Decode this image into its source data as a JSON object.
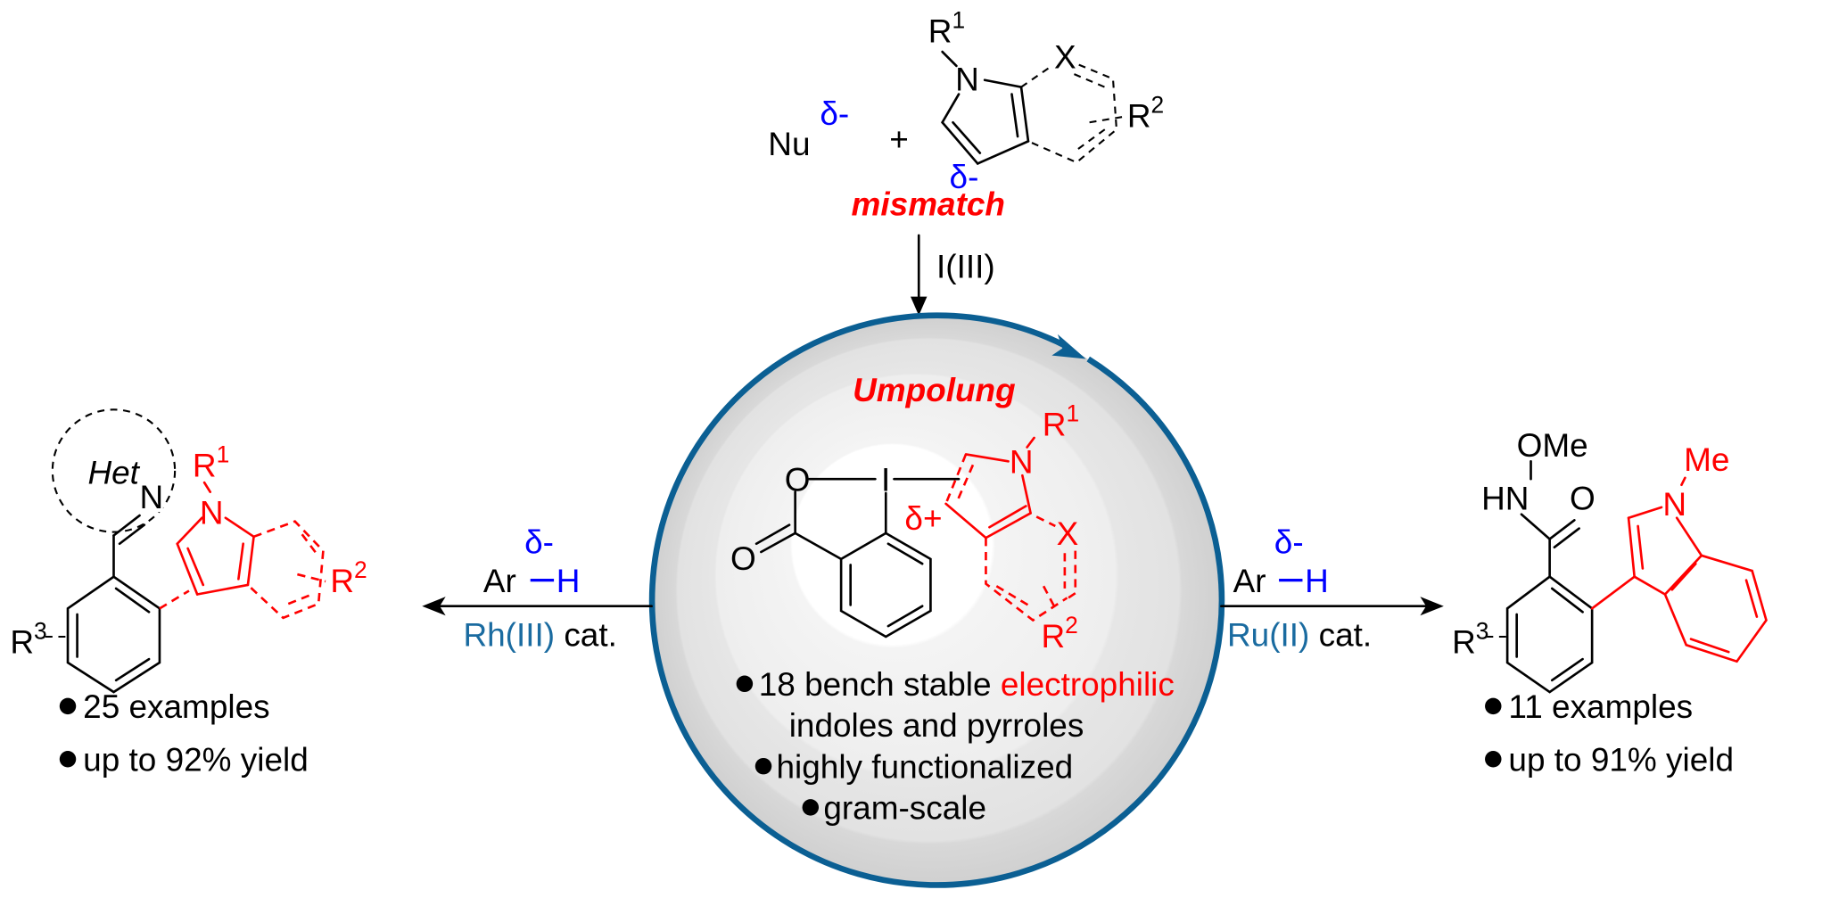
{
  "top": {
    "nucleophile": "Nu",
    "nu_charge": "δ-",
    "plus": "+",
    "r1": {
      "base": "R",
      "sup": "1"
    },
    "n": "N",
    "x": "X",
    "r2": {
      "base": "R",
      "sup": "2"
    },
    "c3_charge": "δ-",
    "mismatch": "mismatch",
    "reagent": "I(III)"
  },
  "center": {
    "title": "Umpolung",
    "o_ring": "O",
    "iodine": "I",
    "o_carbonyl": "O",
    "charge": "δ+",
    "n": "N",
    "r1": {
      "base": "R",
      "sup": "1"
    },
    "x": "X",
    "r2": {
      "base": "R",
      "sup": "2"
    },
    "bullets": {
      "line1_black": "18 bench stable ",
      "line1_red": "electrophilic",
      "line1_cont": "indoles and pyrroles",
      "line2": "highly functionalized",
      "line3": "gram-scale"
    }
  },
  "left": {
    "reagent_charge": "δ-",
    "reagent_ar": "Ar",
    "reagent_h": "H",
    "catalyst_metal": "Rh(III)",
    "catalyst_suffix": " cat.",
    "het": "Het",
    "n_imine": "N",
    "n": "N",
    "r1": {
      "base": "R",
      "sup": "1"
    },
    "r2": {
      "base": "R",
      "sup": "2"
    },
    "r3": {
      "base": "R",
      "sup": "3"
    },
    "bullets": [
      "25 examples",
      "up to 92% yield"
    ]
  },
  "right": {
    "reagent_charge": "δ-",
    "reagent_ar": "Ar",
    "reagent_h": "H",
    "catalyst_metal": "Ru(II)",
    "catalyst_suffix": " cat.",
    "ome": "OMe",
    "hn": "HN",
    "o": "O",
    "n": "N",
    "me": "Me",
    "r3": {
      "base": "R",
      "sup": "3"
    },
    "bullets": [
      "11 examples",
      "up to 91% yield"
    ]
  },
  "colors": {
    "highlight": "#ff0000",
    "charge": "#0000ff",
    "catalyst": "#1a6ba0",
    "cycle_ring": "#0b5f93"
  }
}
